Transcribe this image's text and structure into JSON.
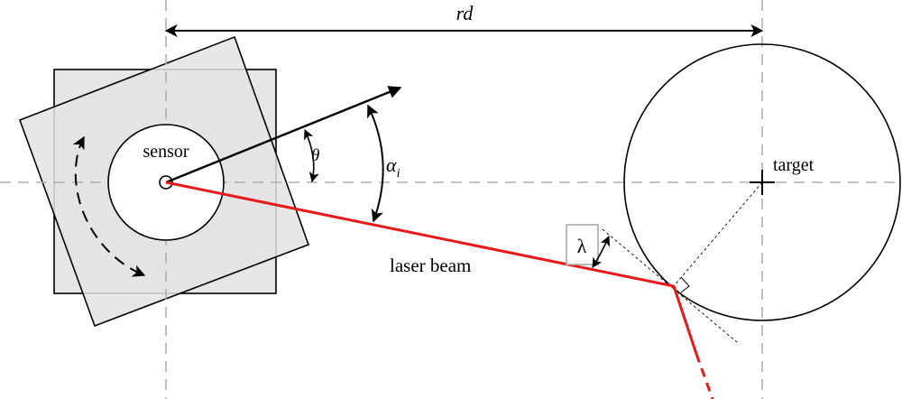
{
  "labels": {
    "distance": "rd",
    "sensor": "sensor",
    "theta": "θ",
    "alpha": "α",
    "alpha_subscript": "i",
    "target": "target",
    "lambda": "λ",
    "laser_beam": "laser beam"
  },
  "colors": {
    "stroke": "#000000",
    "guide": "#b0b0b0",
    "laser": "#e8191c",
    "sensor_fill": "#e6e6e6",
    "sensor_rotated_fill": "#e3e3e3",
    "lambda_box": "#a8a8a8",
    "background": "#ffffff"
  }
}
